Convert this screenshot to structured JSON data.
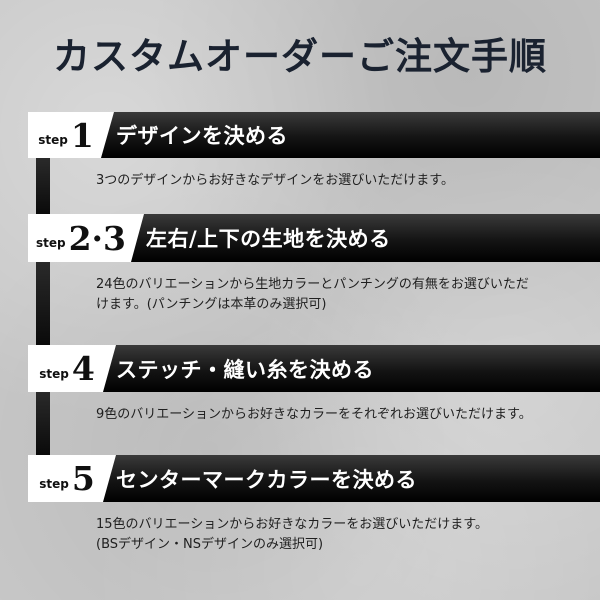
{
  "page": {
    "title": "カスタムオーダーご注文手順"
  },
  "colors": {
    "background": "#c7c7c7",
    "bar": "#111111",
    "title_text": "#1a2230",
    "step_box": "#ffffff",
    "body_text": "#1f1f1f"
  },
  "steps": [
    {
      "step_label": "step",
      "number": "1",
      "heading": "デザインを決める",
      "description": "3つのデザインからお好きなデザインをお選びいただけます。"
    },
    {
      "step_label": "step",
      "number": "2·3",
      "heading": "左右/上下の生地を決める",
      "description": "24色のバリエーションから生地カラーとパンチングの有無をお選びいただ\nけます。(パンチングは本革のみ選択可)"
    },
    {
      "step_label": "step",
      "number": "4",
      "heading": "ステッチ・縫い糸を決める",
      "description": "9色のバリエーションからお好きなカラーをそれぞれお選びいただけます。"
    },
    {
      "step_label": "step",
      "number": "5",
      "heading": "センターマークカラーを決める",
      "description": "15色のバリエーションからお好きなカラーをお選びいただけます。\n(BSデザイン・NSデザインのみ選択可)"
    }
  ]
}
